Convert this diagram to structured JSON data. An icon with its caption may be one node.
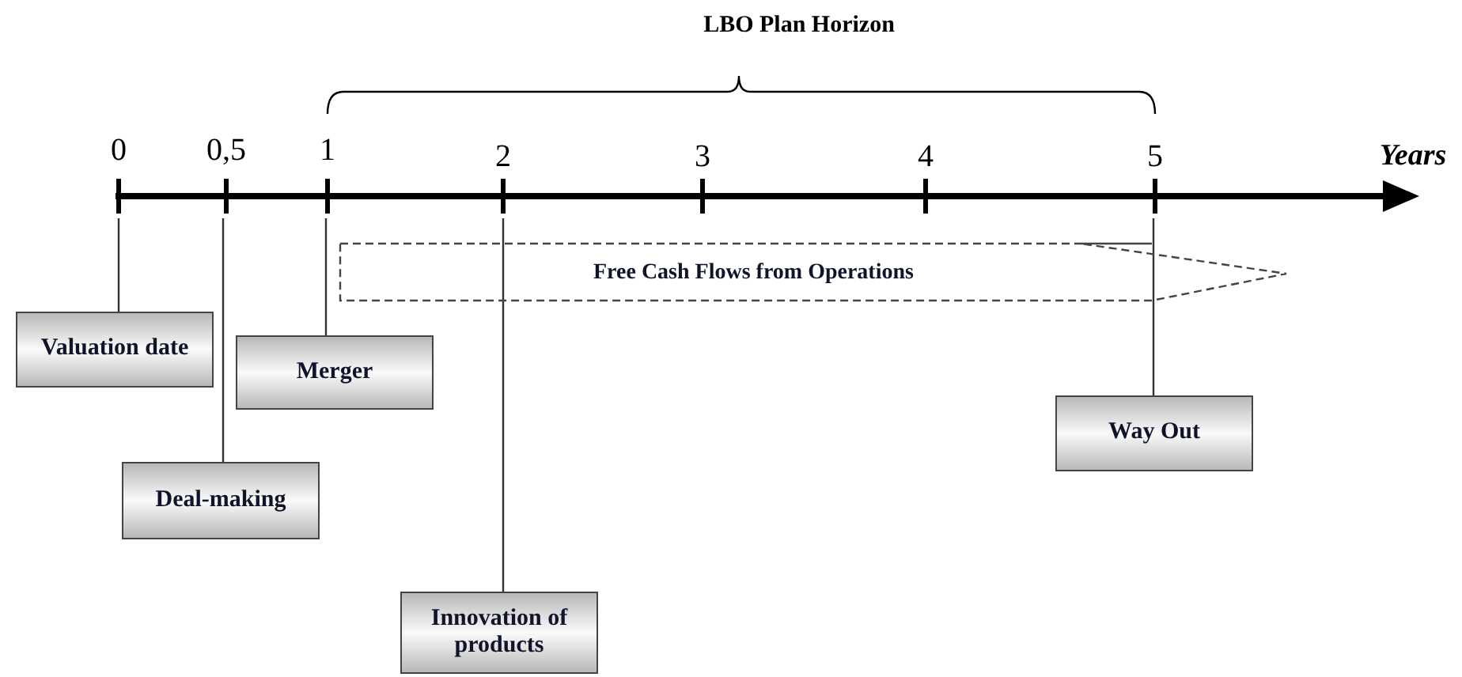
{
  "diagram": {
    "nodes": [
      {
        "text": [
          "Valuation date"
        ]
      },
      {
        "text": [
          "Merger"
        ]
      },
      {
        "text": [
          "Deal-making"
        ]
      },
      {
        "text": [
          "Free Cash Flows from Operations"
        ]
      },
      {
        "text": [
          "Way Out"
        ]
      },
      {
        "text": [
          "Innovation of products"
        ]
      }
    ],
    "edges": [
      {
        "from": 0,
        "to": null,
        "arrow": "none"
      },
      {
        "from": 1,
        "to": null,
        "arrow": "none"
      },
      {
        "from": 2,
        "to": null,
        "arrow": "none"
      },
      {
        "from": 4,
        "to": null,
        "arrow": "none"
      },
      {
        "from": 5,
        "to": null,
        "arrow": "none"
      }
    ],
    "labels": [
      "LBO Plan Horizon",
      "0",
      "0,5",
      "1",
      "2",
      "3",
      "4",
      "5",
      "Years"
    ]
  }
}
